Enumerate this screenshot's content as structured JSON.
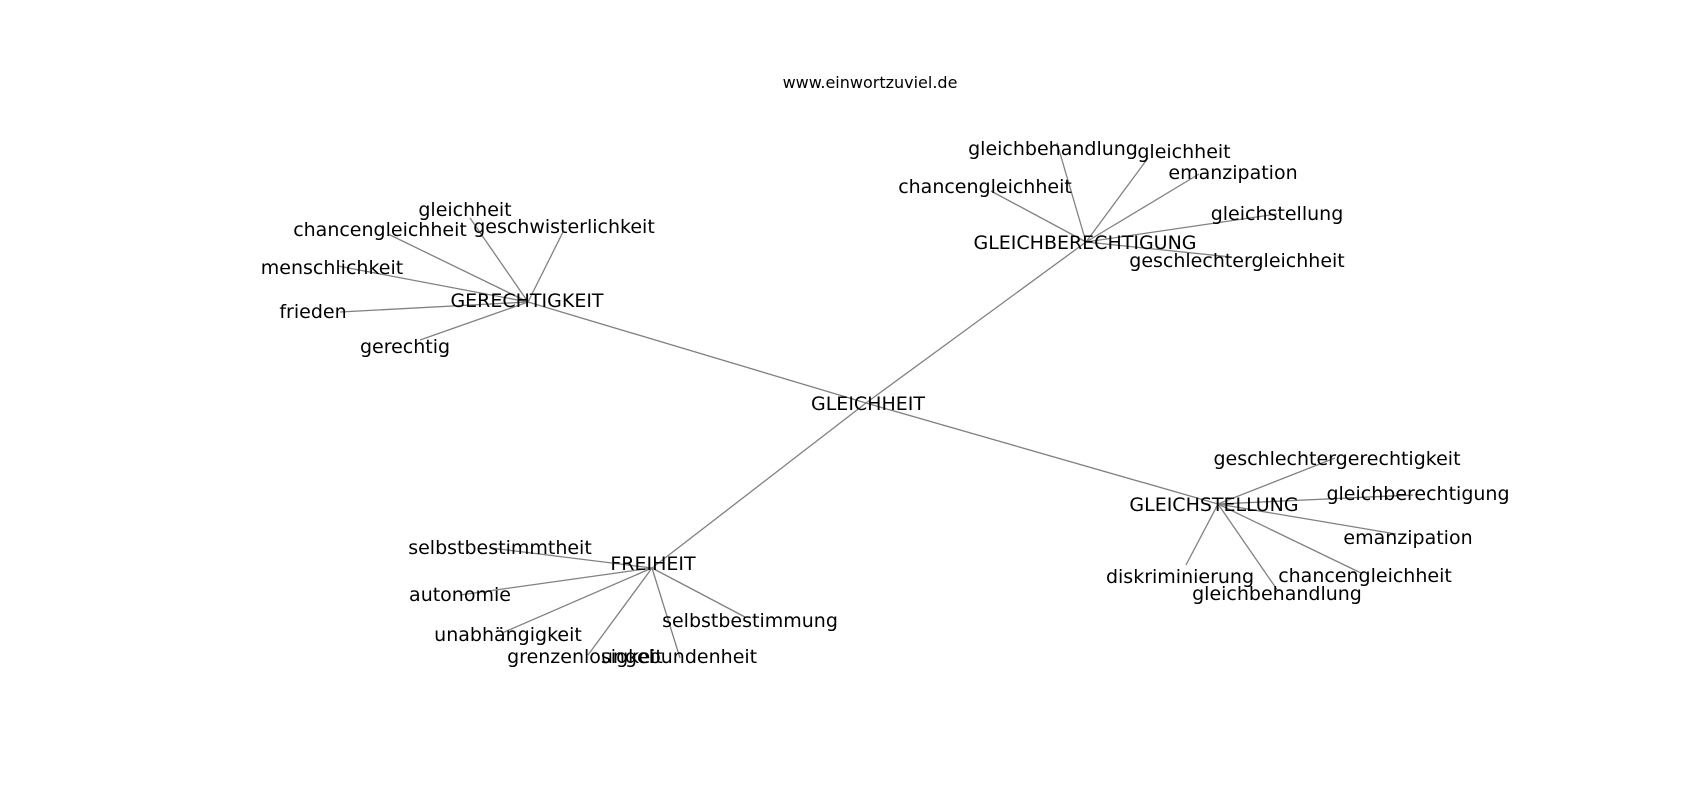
{
  "header": {
    "site": "www.einwortzuviel.de"
  },
  "graph": {
    "center": "GLEICHHEIT",
    "hubs": [
      {
        "label": "GERECHTIGKEIT",
        "words": [
          "gleichheit",
          "chancengleichheit",
          "geschwisterlichkeit",
          "menschlichkeit",
          "frieden",
          "gerechtig"
        ]
      },
      {
        "label": "GLEICHBERECHTIGUNG",
        "words": [
          "gleichbehandlung",
          "gleichheit",
          "emanzipation",
          "chancengleichheit",
          "gleichstellung",
          "geschlechtergleichheit"
        ]
      },
      {
        "label": "FREIHEIT",
        "words": [
          "selbstbestimmtheit",
          "autonomie",
          "unabhängigkeit",
          "grenzenlosigkeit",
          "ungebundenheit",
          "selbstbestimmung"
        ]
      },
      {
        "label": "GLEICHSTELLUNG",
        "words": [
          "geschlechtergerechtigkeit",
          "gleichberechtigung",
          "emanzipation",
          "chancengleichheit",
          "gleichbehandlung",
          "diskriminierung"
        ]
      }
    ]
  }
}
